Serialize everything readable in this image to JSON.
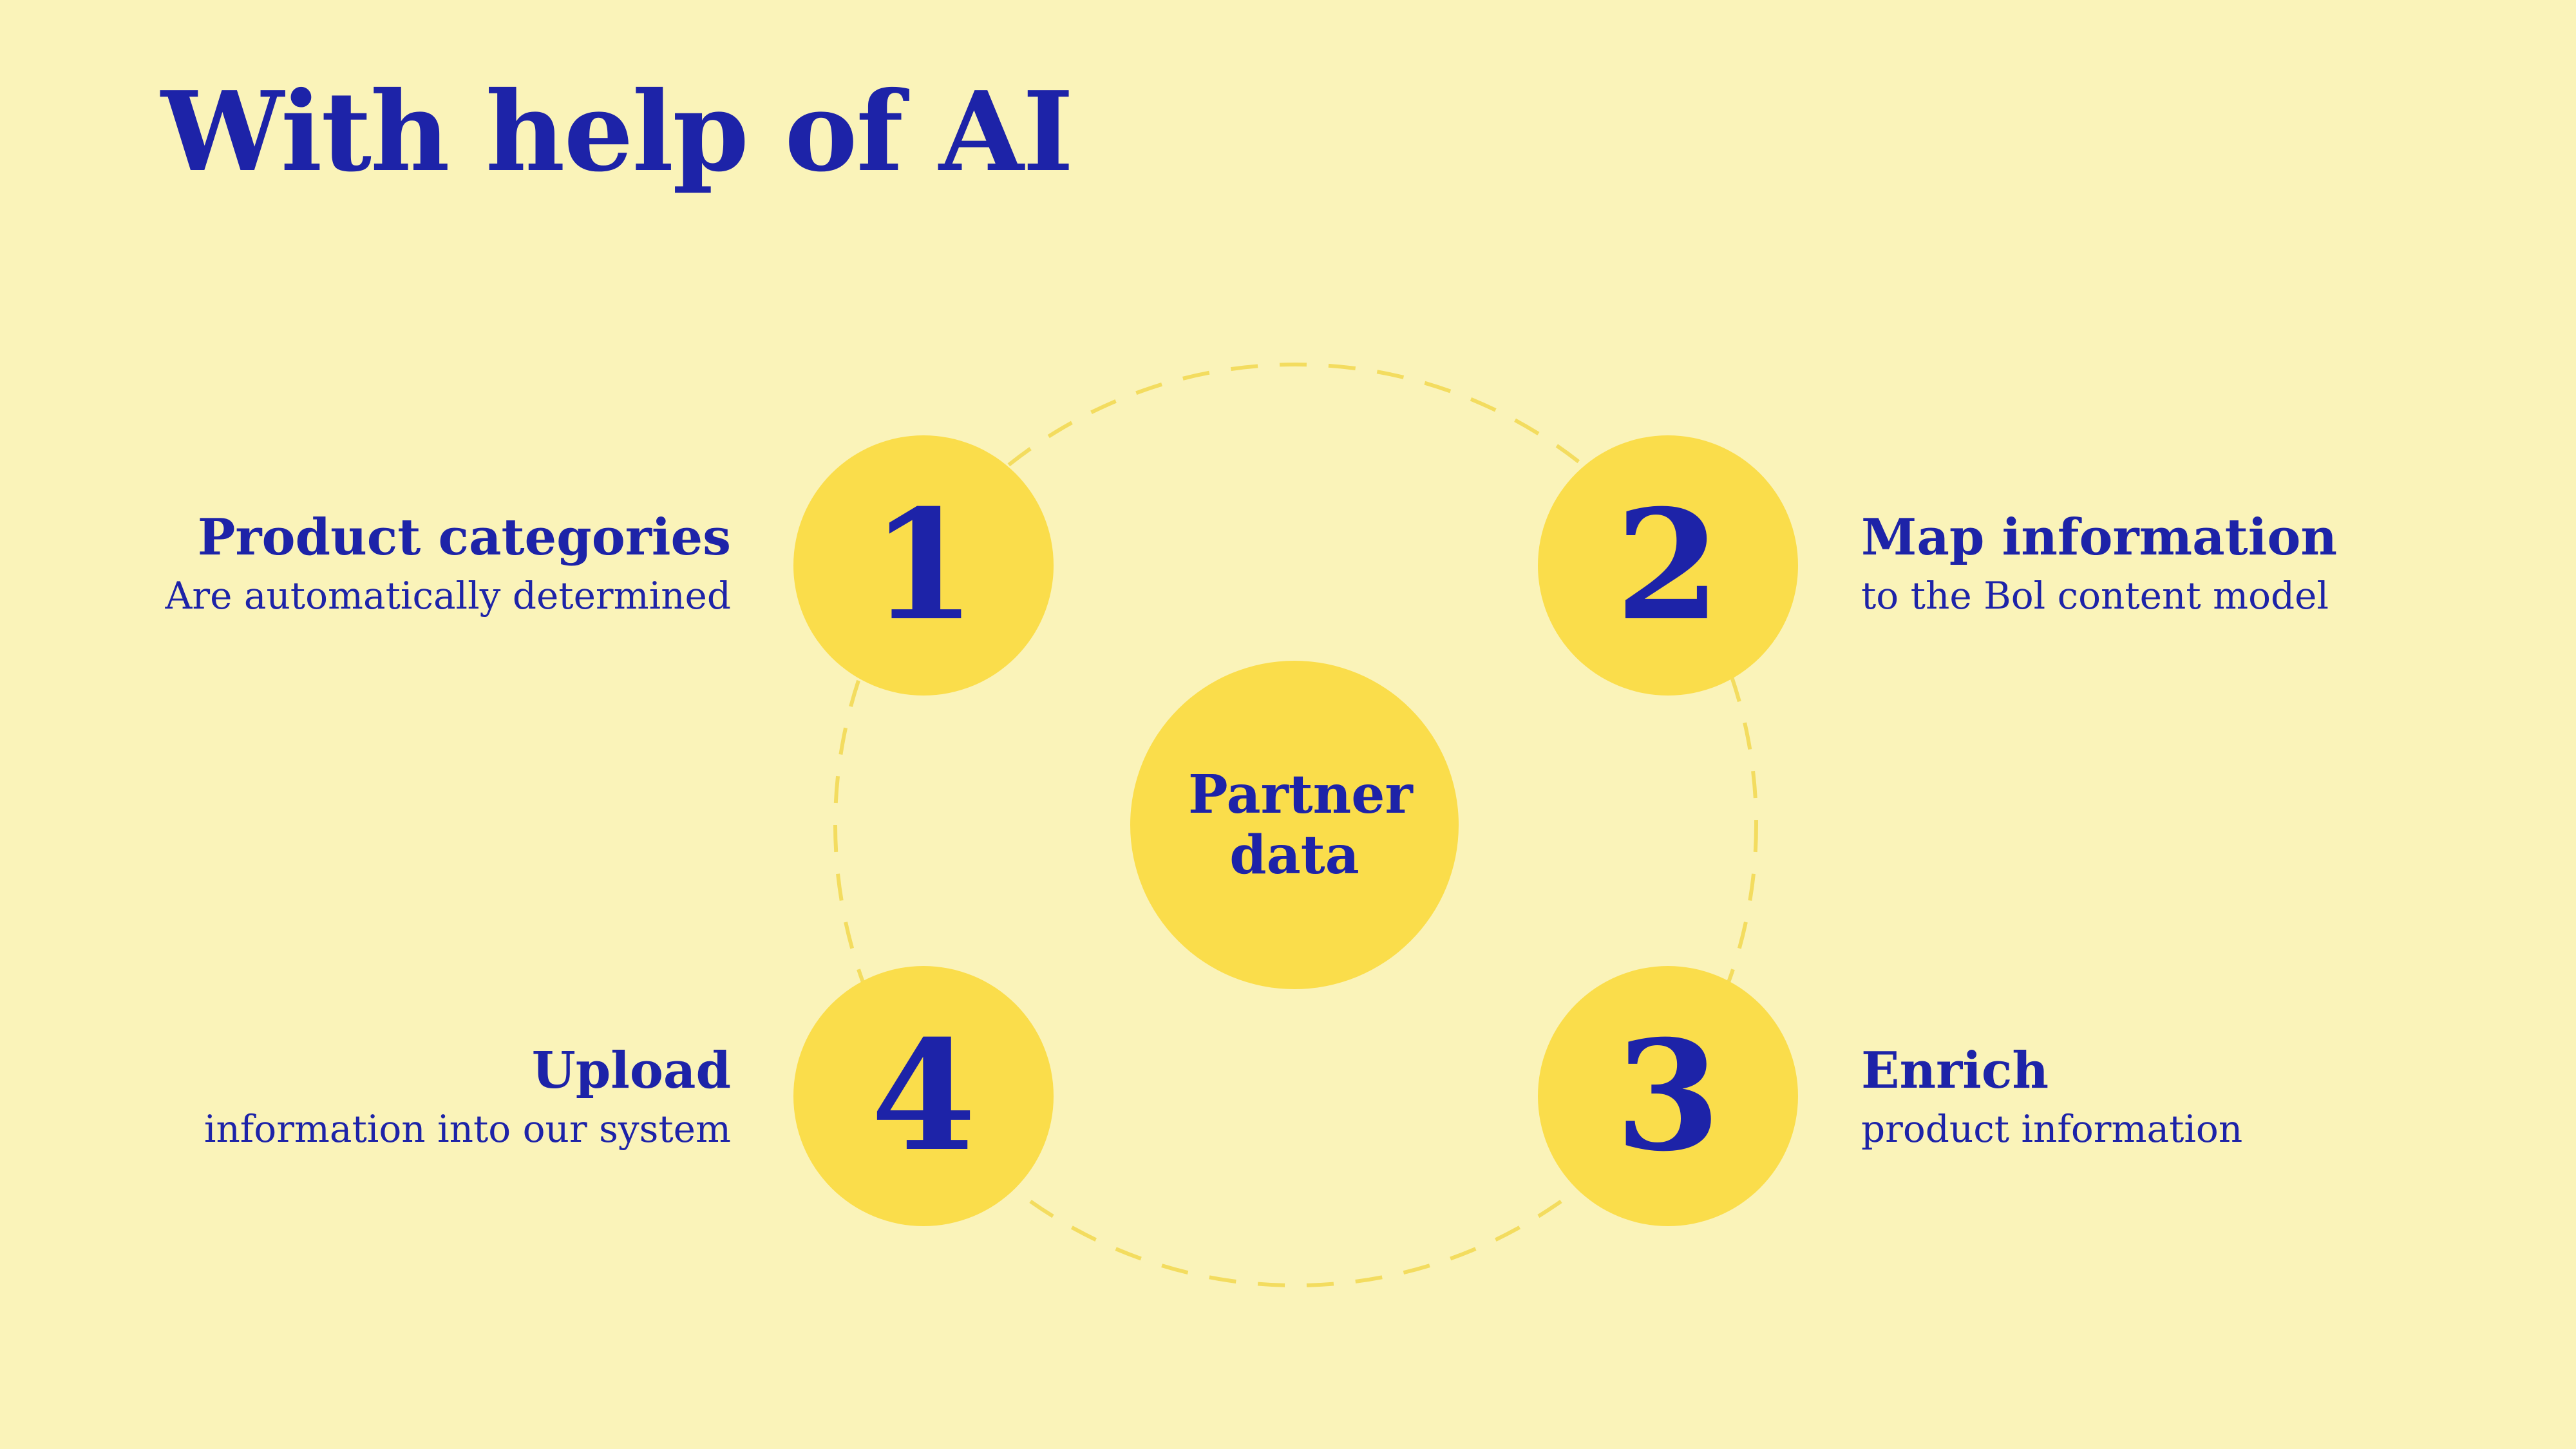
{
  "slide": {
    "title": "With help of AI"
  },
  "diagram": {
    "center_label": "Partner data",
    "steps": [
      {
        "number": "1",
        "heading": "Product categories",
        "subtext": "Are automatically determined"
      },
      {
        "number": "2",
        "heading": "Map information",
        "subtext": "to the Bol content model"
      },
      {
        "number": "3",
        "heading": "Enrich",
        "subtext": "product information"
      },
      {
        "number": "4",
        "heading": "Upload",
        "subtext": "information into our system"
      }
    ]
  },
  "colors": {
    "background": "#FAF3B9",
    "circle_yellow": "#FADD4B",
    "dashed_ring": "#F3DC5F",
    "text_blue": "#1D23A8"
  }
}
